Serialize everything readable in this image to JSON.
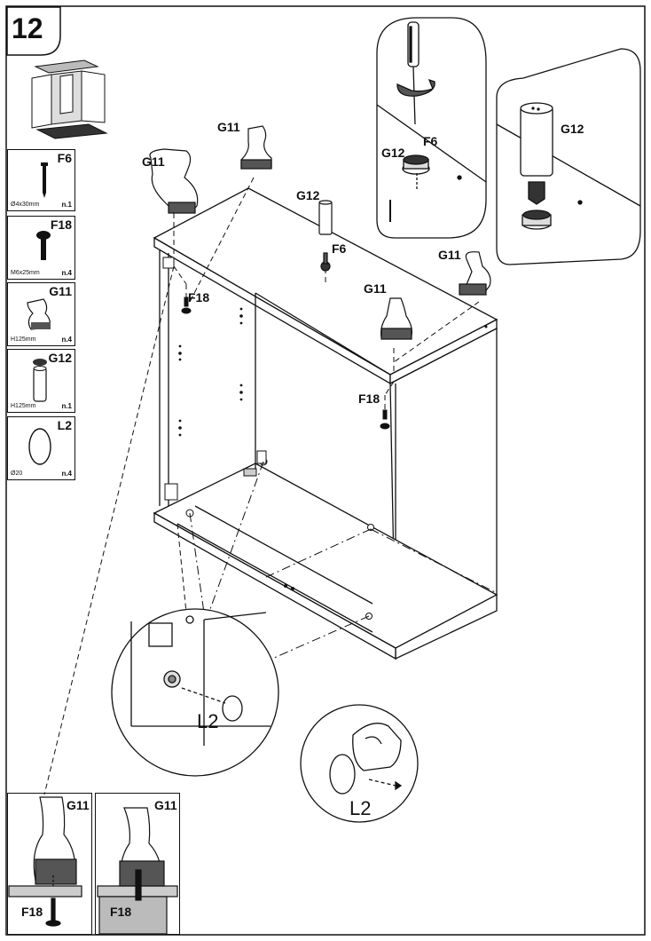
{
  "step": {
    "number": "12"
  },
  "parts_list": [
    {
      "code": "F6",
      "spec": "Ø4x30mm",
      "qty": "n.1",
      "icon": "screw-icon"
    },
    {
      "code": "F18",
      "spec": "M6x25mm",
      "qty": "n.4",
      "icon": "bolt-icon"
    },
    {
      "code": "G11",
      "spec": "H125mm",
      "qty": "n.4",
      "icon": "foot-icon"
    },
    {
      "code": "G12",
      "spec": "H125mm",
      "qty": "n.1",
      "icon": "leg-icon"
    },
    {
      "code": "L2",
      "spec": "Ø20",
      "qty": "n.4",
      "icon": "cap-icon"
    }
  ],
  "callouts": {
    "g11_top_left": "G11",
    "g11_top_center": "G11",
    "g12_center": "G12",
    "f6_center": "F6",
    "f18_left": "F18",
    "g11_right": "G11",
    "g11_front": "G11",
    "f18_right": "F18",
    "g12_inset_screw": "G12",
    "f6_inset_screw": "F6",
    "g12_inset_leg": "G12",
    "l2_zoom": "L2",
    "l2_hand": "L2",
    "g11_detail_1": "G11",
    "f18_detail_1": "F18",
    "g11_detail_2": "G11",
    "f18_detail_2": "F18"
  }
}
